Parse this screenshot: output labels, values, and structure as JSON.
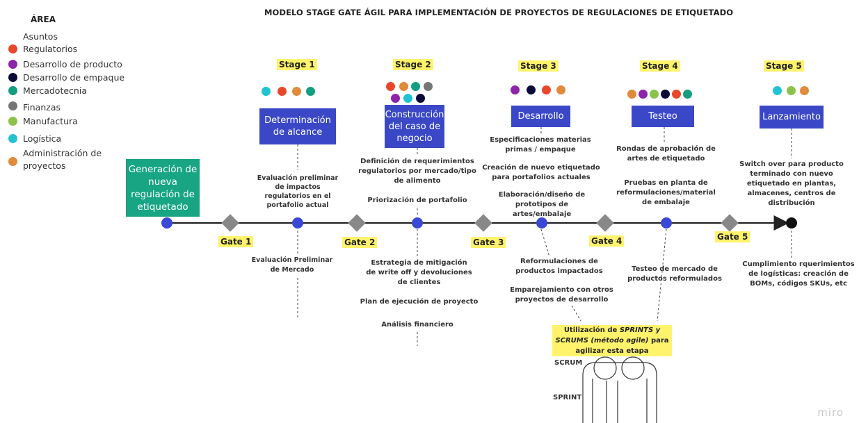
{
  "title": "MODELO STAGE GATE ÁGIL PARA IMPLEMENTACIÓN DE PROYECTOS DE REGULACIONES DE ETIQUETADO",
  "legend": {
    "title": "ÁREA",
    "items": [
      {
        "label": "Asuntos Regulatorios",
        "color": "#e8472b"
      },
      {
        "label": "Desarrollo de producto",
        "color": "#8e24aa"
      },
      {
        "label": "Desarrollo de empaque",
        "color": "#0b0b3b"
      },
      {
        "label": "Mercadotecnia",
        "color": "#129e80"
      },
      {
        "label": "Finanzas",
        "color": "#757575"
      },
      {
        "label": "Manufactura",
        "color": "#8bc34a"
      },
      {
        "label": "Logística",
        "color": "#20c3cf"
      },
      {
        "label": "Administración de proyectos",
        "color": "#e08a3c"
      }
    ]
  },
  "start_box": "Generación de nueva regulación de etiquetado",
  "stages": [
    {
      "label": "Stage 1",
      "box": "Determinación de alcance",
      "notes_above": [
        "Evaluación preliminar de impactos regulatorios en el portafolio actual"
      ],
      "notes_below": [
        "Evaluación Preliminar de Mercado"
      ]
    },
    {
      "label": "Stage 2",
      "box": "Construcción del caso de negocio",
      "notes_above": [
        "Definición de requerimientos regulatorios por mercado/tipo de alimento",
        "Priorización de portafolio"
      ],
      "notes_below": [
        "Estrategia de mitigación de write off y devoluciones de clientes",
        "Plan de ejecución de proyecto",
        "Análisis financiero"
      ]
    },
    {
      "label": "Stage 3",
      "box": "Desarrollo",
      "notes_above": [
        "Especificaciones materias primas / empaque",
        "Creación de nuevo etiquetado para portafolios actuales",
        "Elaboración/diseño de prototipos de artes/embalaje"
      ],
      "notes_below": [
        "Reformulaciones de productos impactados",
        "Emparejamiento con otros proyectos de desarrollo"
      ]
    },
    {
      "label": "Stage 4",
      "box": "Testeo",
      "notes_above": [
        "Rondas de aprobación de artes de etiquetado",
        "Pruebas en planta de reformulaciones/material de embalaje"
      ],
      "notes_below": [
        "Testeo de mercado de productos reformulados"
      ]
    },
    {
      "label": "Stage 5",
      "box": "Lanzamiento",
      "notes_above": [
        "Switch over para producto terminado con nuevo etiquetado en plantas, almacenes, centros de distribución"
      ],
      "notes_below": [
        "Cumplimiento rquerimientos de logísticas: creación de BOMs, códigos SKUs, etc"
      ]
    }
  ],
  "gates": [
    "Gate 1",
    "Gate 2",
    "Gate 3",
    "Gate 4",
    "Gate 5"
  ],
  "agile_note": {
    "prefix": "Utilización de ",
    "emph": "SPRINTS y SCRUMS (método agile)",
    "suffix": " para agilizar esta etapa"
  },
  "scrum_label": "SCRUM",
  "sprint_label": "SPRINT",
  "watermark": "miro"
}
